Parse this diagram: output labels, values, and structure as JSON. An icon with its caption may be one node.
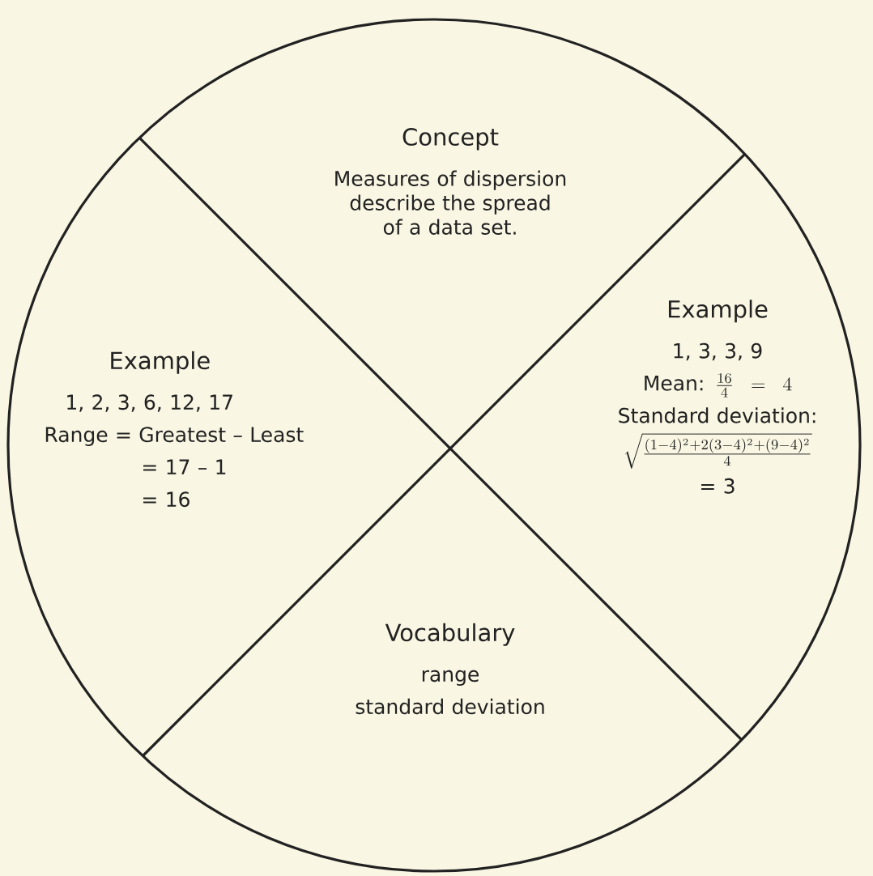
{
  "diagram": {
    "nodes": [
      {
        "text": [],
        "shape": "circle"
      },
      {
        "text": [
          "Concept",
          "Measures of dispersion describe the spread of a data set."
        ],
        "in": 0
      },
      {
        "text": [
          "Example",
          "1, 2, 3, 6, 12, 17",
          "Range = Greatest – Least",
          "= 17 – 1",
          "= 16"
        ],
        "in": 0
      },
      {
        "text": [
          "Example",
          "1, 3, 3, 9",
          "Mean:",
          "\\frac{16}{4} = 4",
          "Standard deviation:",
          "\\sqrt{\\frac{(1-4)^2+2(3-4)^2+(9-4)^2}{4}}",
          "= 3"
        ],
        "in": 0
      },
      {
        "text": [
          "Vocabulary",
          "range",
          "standard deviation"
        ],
        "in": 0
      }
    ]
  }
}
